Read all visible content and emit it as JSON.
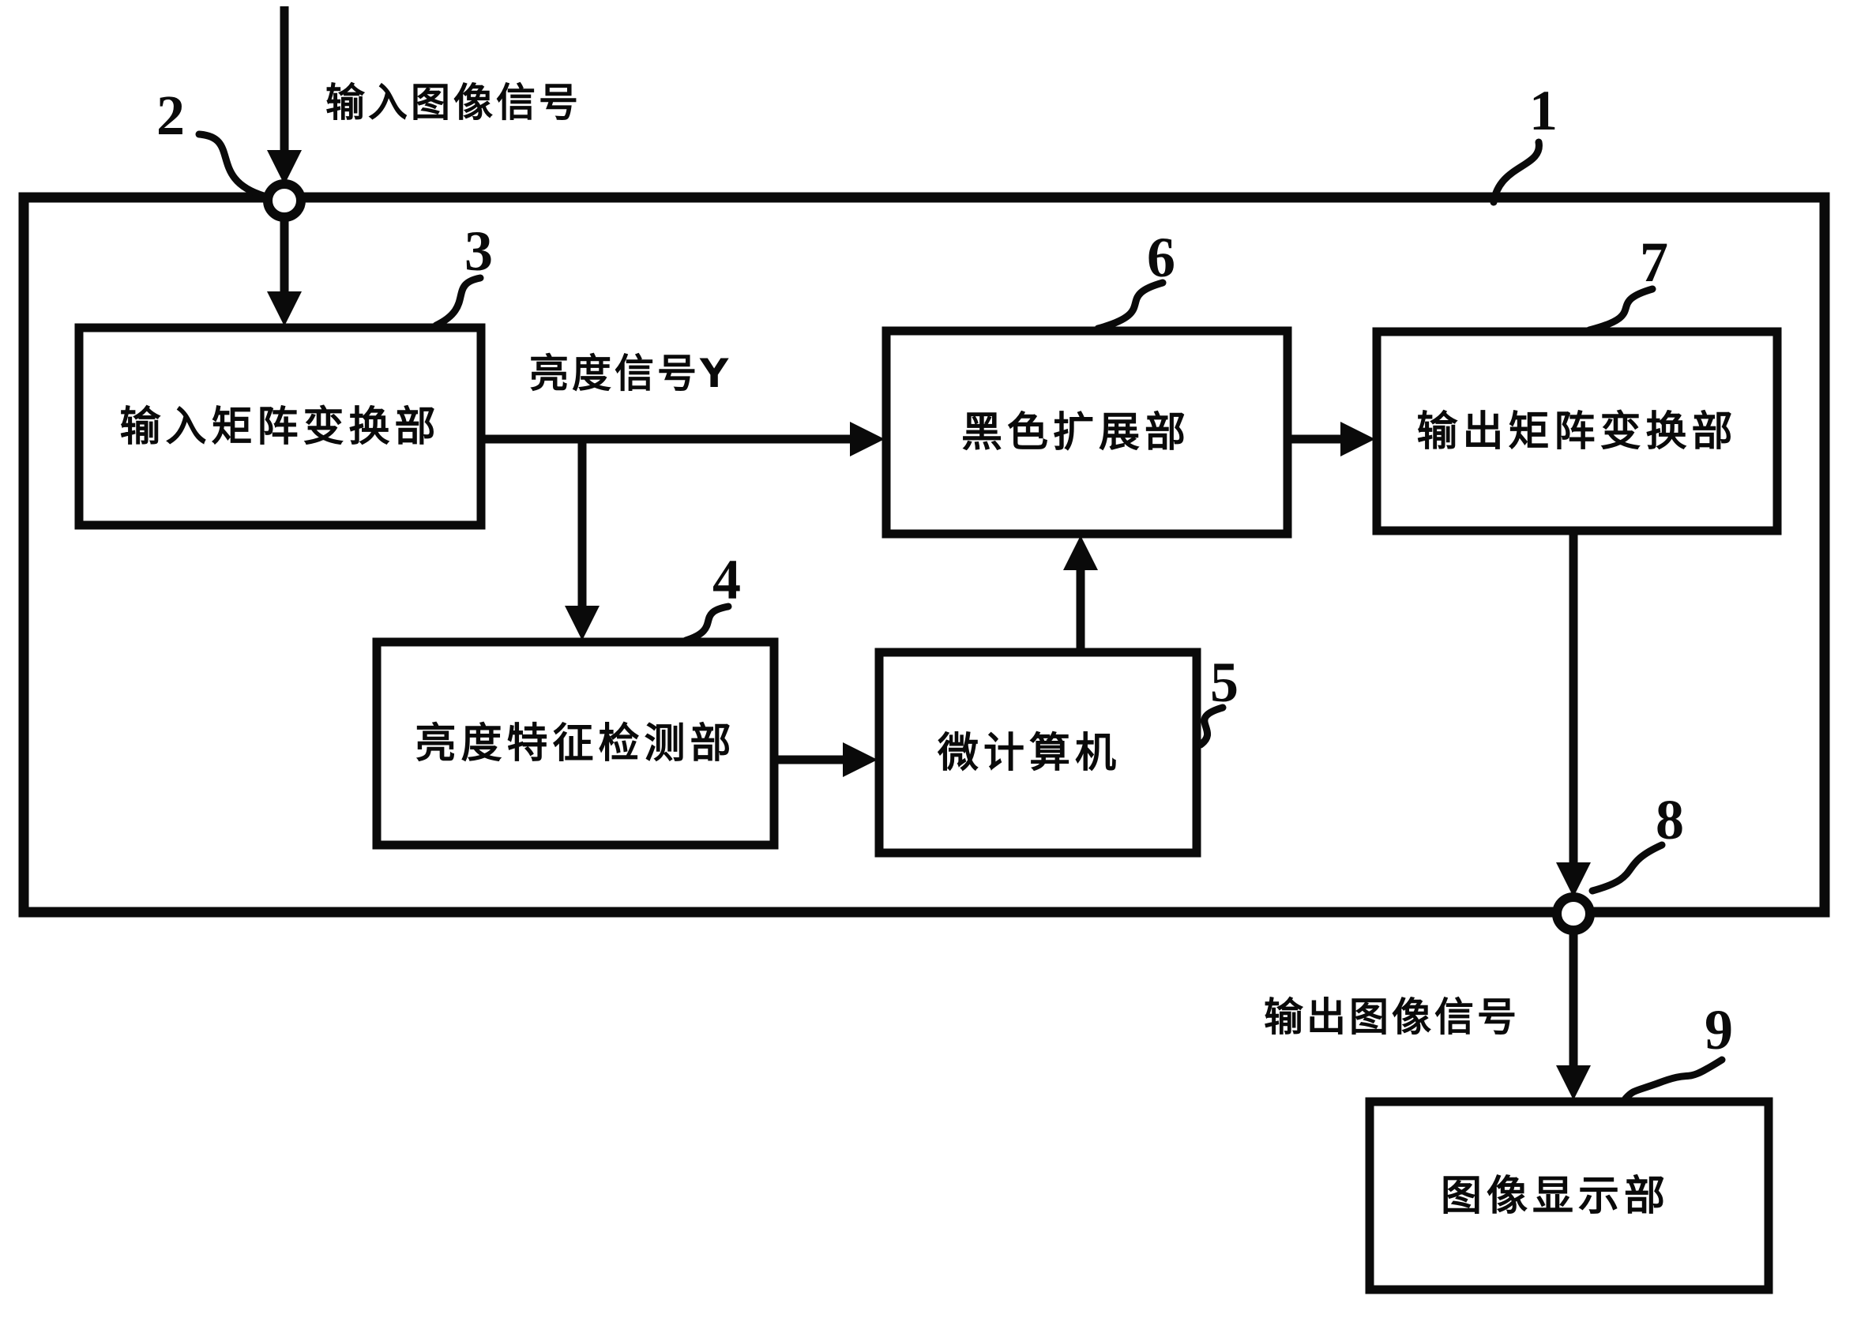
{
  "diagram": {
    "labels": {
      "input_image_signal": "输入图像信号",
      "luminance_signal_y": "亮度信号Y",
      "output_image_signal": "输出图像信号"
    },
    "blocks": {
      "input_matrix_converter": "输入矩阵变换部",
      "luminance_feature_detector": "亮度特征检测部",
      "microcomputer": "微计算机",
      "black_expansion": "黑色扩展部",
      "output_matrix_converter": "输出矩阵变换部",
      "image_display": "图像显示部"
    },
    "refs": {
      "r1": "1",
      "r2": "2",
      "r3": "3",
      "r4": "4",
      "r5": "5",
      "r6": "6",
      "r7": "7",
      "r8": "8",
      "r9": "9"
    },
    "colors": {
      "ink": "#0a0a0a",
      "background": "#ffffff"
    }
  }
}
